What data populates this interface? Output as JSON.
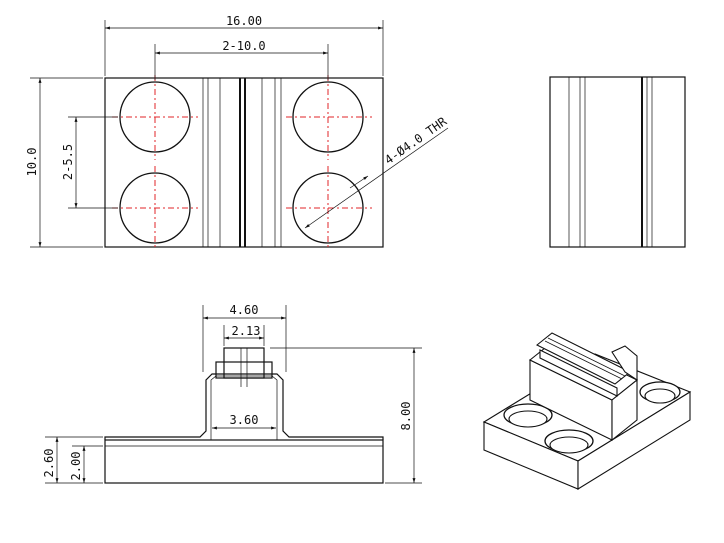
{
  "dimensions": {
    "overall_width": "16.00",
    "hole_spacing_x": "2-10.0",
    "overall_height": "10.0",
    "hole_spacing_y": "2-5.5",
    "hole_callout": "4-Ø4.0 THR",
    "top_width": "4.60",
    "slot_width": "2.13",
    "inner_width": "3.60",
    "total_height": "8.00",
    "base_height": "2.60",
    "base_height_inner": "2.00"
  },
  "colors": {
    "line": "#111111",
    "centerline": "#e0242a",
    "background": "#ffffff"
  }
}
